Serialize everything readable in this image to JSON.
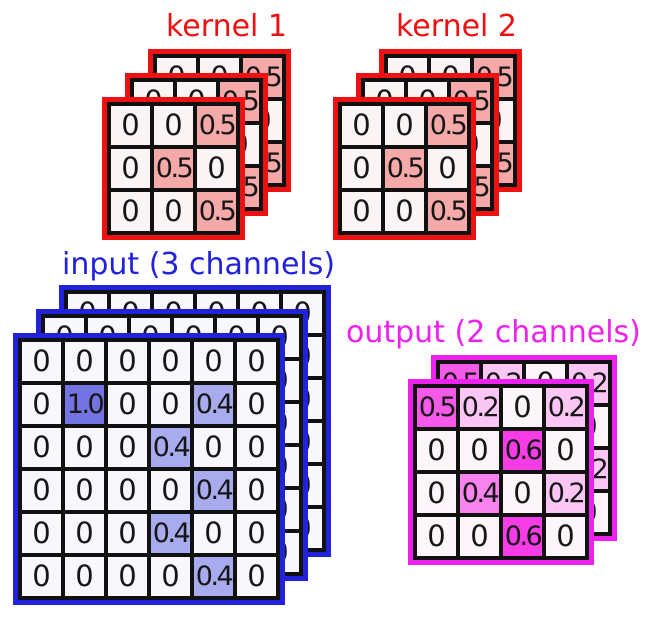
{
  "title": "multi-channel 2D convolution diagram",
  "colors": {
    "kernel_accent": "#ee1111",
    "input_accent": "#2222dd",
    "output_accent": "#ee22ee",
    "gridline": "#111111",
    "input_highlight_strong": "#7374e1",
    "input_highlight_light": "#a9abef",
    "kernel_highlight": "#f5a9a9",
    "output_highlight_strong": "#f63ce6",
    "output_highlight_medium": "#f882ee",
    "output_highlight_light": "#fbc6f4"
  },
  "stacks": [
    {
      "id": "kernel1",
      "label": "kernel 1",
      "channels": 3,
      "rows": 3,
      "cols": 3,
      "accent": "#ee1111",
      "cell_bg": "#faf5f4",
      "highlights": {
        "0.5": "#f5a9a9"
      },
      "values": [
        [
          "0",
          "0",
          "0.5"
        ],
        [
          "0",
          "0.5",
          "0"
        ],
        [
          "0",
          "0",
          "0.5"
        ]
      ]
    },
    {
      "id": "kernel2",
      "label": "kernel 2",
      "channels": 3,
      "rows": 3,
      "cols": 3,
      "accent": "#ee1111",
      "cell_bg": "#faf5f4",
      "highlights": {
        "0.5": "#f5a9a9"
      },
      "values": [
        [
          "0",
          "0",
          "0.5"
        ],
        [
          "0",
          "0.5",
          "0"
        ],
        [
          "0",
          "0",
          "0.5"
        ]
      ]
    },
    {
      "id": "input",
      "label": "input (3 channels)",
      "channels": 3,
      "rows": 6,
      "cols": 6,
      "accent": "#2222dd",
      "cell_bg": "#f8f8fc",
      "highlights": {
        "1.0": "#7374e1",
        "0.4": "#a9abef"
      },
      "values": [
        [
          "0",
          "0",
          "0",
          "0",
          "0",
          "0"
        ],
        [
          "0",
          "1.0",
          "0",
          "0",
          "0.4",
          "0"
        ],
        [
          "0",
          "0",
          "0",
          "0.4",
          "0",
          "0"
        ],
        [
          "0",
          "0",
          "0",
          "0",
          "0.4",
          "0"
        ],
        [
          "0",
          "0",
          "0",
          "0.4",
          "0",
          "0"
        ],
        [
          "0",
          "0",
          "0",
          "0",
          "0.4",
          "0"
        ]
      ]
    },
    {
      "id": "output",
      "label": "output (2 channels)",
      "channels": 2,
      "rows": 4,
      "cols": 4,
      "accent": "#ee22ee",
      "cell_bg": "#fcf6fb",
      "highlights": {
        "0.6": "#f63ce6",
        "0.5": "#f55ae9",
        "0.4": "#f882ee",
        "0.2": "#fbc6f4"
      },
      "values": [
        [
          "0.5",
          "0.2",
          "0",
          "0.2"
        ],
        [
          "0",
          "0",
          "0.6",
          "0"
        ],
        [
          "0",
          "0.4",
          "0",
          "0.2"
        ],
        [
          "0",
          "0",
          "0.6",
          "0"
        ]
      ]
    }
  ]
}
